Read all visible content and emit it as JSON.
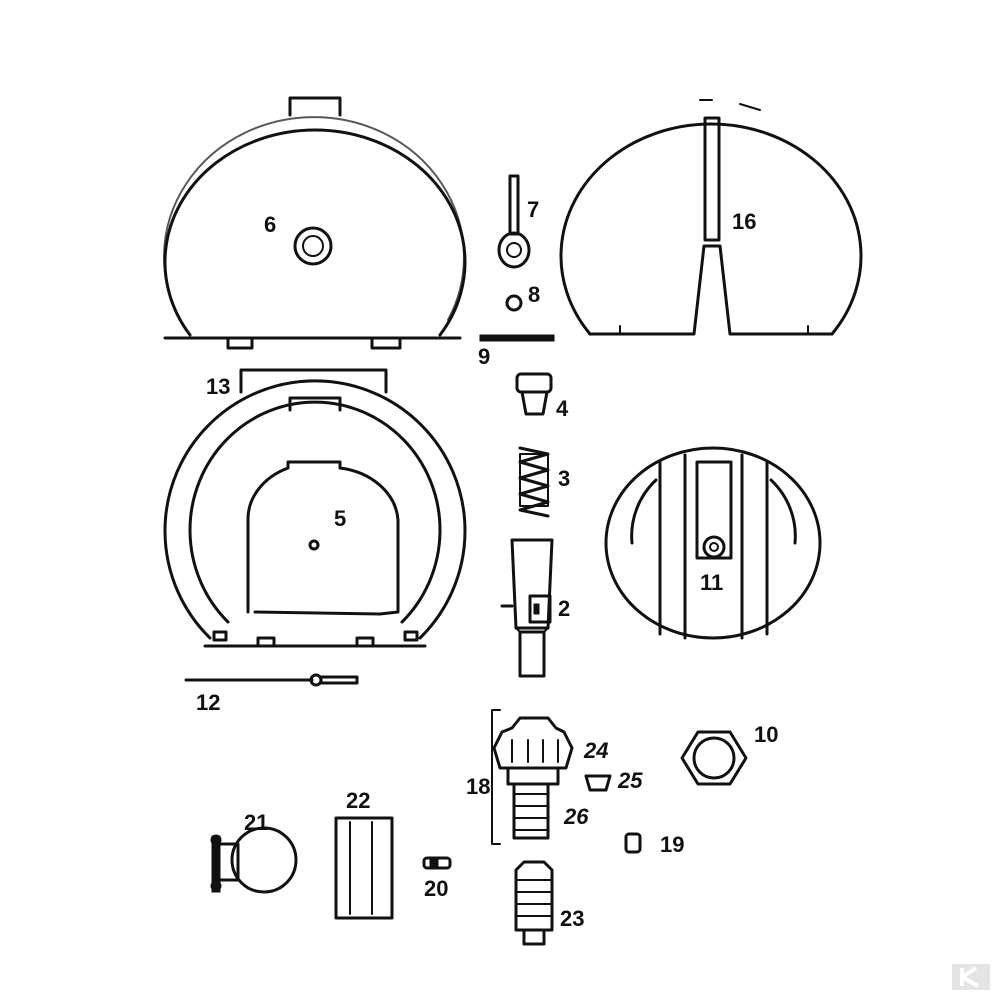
{
  "diagram": {
    "parts": [
      {
        "id": "part-6",
        "label": "6"
      },
      {
        "id": "part-7",
        "label": "7"
      },
      {
        "id": "part-8",
        "label": "8"
      },
      {
        "id": "part-9",
        "label": "9"
      },
      {
        "id": "part-16",
        "label": "16"
      },
      {
        "id": "part-13",
        "label": "13"
      },
      {
        "id": "part-4",
        "label": "4"
      },
      {
        "id": "part-3",
        "label": "3"
      },
      {
        "id": "part-5",
        "label": "5"
      },
      {
        "id": "part-2",
        "label": "2"
      },
      {
        "id": "part-11",
        "label": "11"
      },
      {
        "id": "part-12",
        "label": "12"
      },
      {
        "id": "part-24",
        "label": "24"
      },
      {
        "id": "part-10",
        "label": "10"
      },
      {
        "id": "part-18",
        "label": "18"
      },
      {
        "id": "part-25",
        "label": "25"
      },
      {
        "id": "part-26",
        "label": "26"
      },
      {
        "id": "part-19",
        "label": "19"
      },
      {
        "id": "part-21",
        "label": "21"
      },
      {
        "id": "part-22",
        "label": "22"
      },
      {
        "id": "part-20",
        "label": "20"
      },
      {
        "id": "part-23",
        "label": "23"
      }
    ]
  },
  "icons": {
    "watermark": "kramp-logo-icon",
    "colors": {
      "ink": "#111111",
      "paper": "#ffffff",
      "watermark": "#cfcfcf"
    }
  }
}
